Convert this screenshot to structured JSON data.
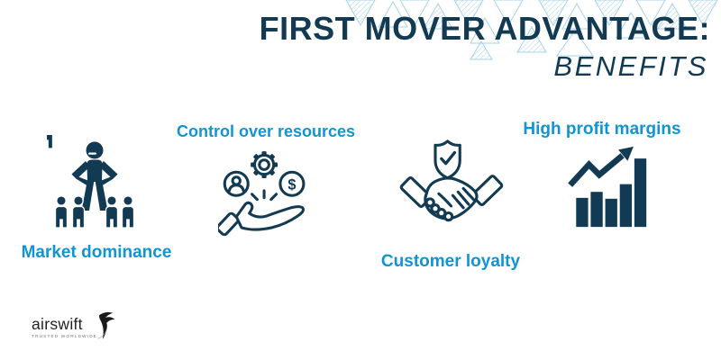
{
  "header": {
    "title": "FIRST MOVER ADVANTAGE:",
    "subtitle": "BENEFITS"
  },
  "benefits": [
    {
      "label": "Market dominance",
      "icon": "crowd-leader-icon"
    },
    {
      "label": "Control over resources",
      "icon": "hand-gear-money-icon"
    },
    {
      "label": "Customer loyalty",
      "icon": "handshake-shield-icon"
    },
    {
      "label": "High profit margins",
      "icon": "growth-bar-chart-icon"
    }
  ],
  "logo": {
    "brand": "airswift",
    "tagline": "TRUSTED WORLDWIDE"
  },
  "colors": {
    "navy": "#123a52",
    "accent_blue": "#1095d2",
    "pattern_blue": "#a5d3ec",
    "logo_black": "#222222"
  }
}
